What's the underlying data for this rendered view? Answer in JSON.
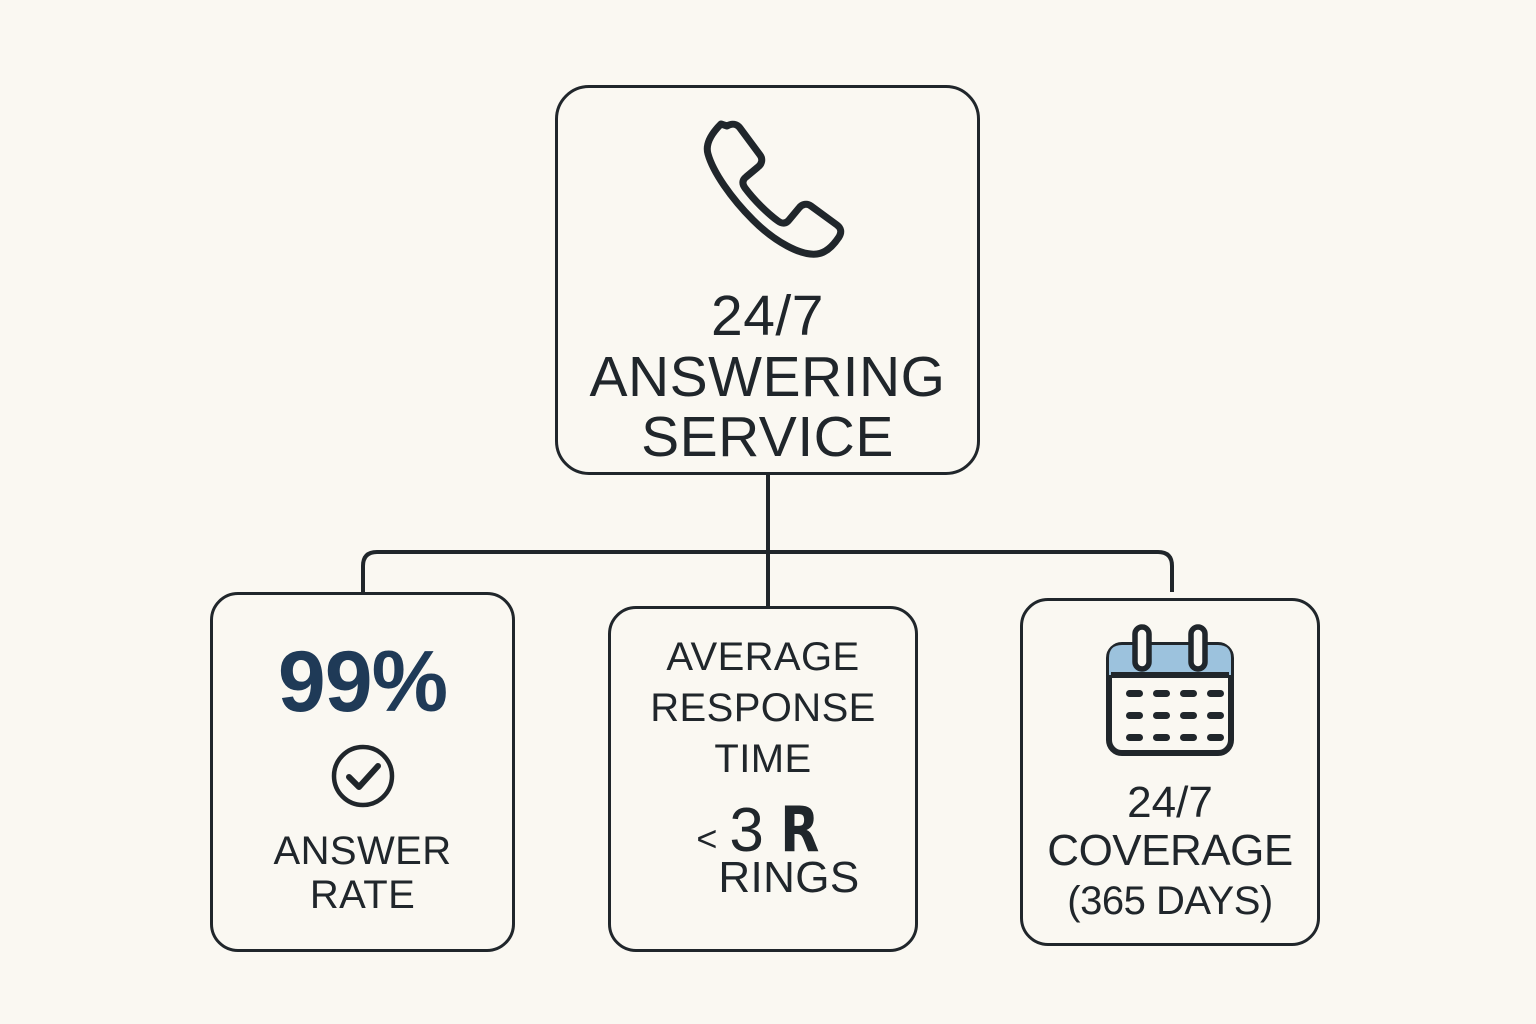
{
  "diagram": {
    "type": "hierarchy-tree",
    "background_color": "#FAF8F2",
    "line_color": "#20262B",
    "accent_navy": "#1F3A57",
    "accent_blue": "#9CC2DD",
    "root": {
      "icon": "phone-handset-icon",
      "title_line1": "24/7",
      "title_line2": "ANSWERING",
      "title_line3": "SERVICE"
    },
    "children": [
      {
        "id": "answer-rate",
        "stat_value": "99%",
        "icon": "check-circle-icon",
        "label_line1": "ANSWER",
        "label_line2": "RATE"
      },
      {
        "id": "response-time",
        "head_line1": "AVERAGE",
        "head_line2": "RESPONSE",
        "head_line3": "TIME",
        "comparator": "<",
        "value": "3",
        "value_glyph": "R",
        "unit": "RINGS"
      },
      {
        "id": "coverage",
        "icon": "calendar-icon",
        "line1": "24/7",
        "line2": "COVERAGE",
        "line3": "(365 DAYS)"
      }
    ]
  }
}
